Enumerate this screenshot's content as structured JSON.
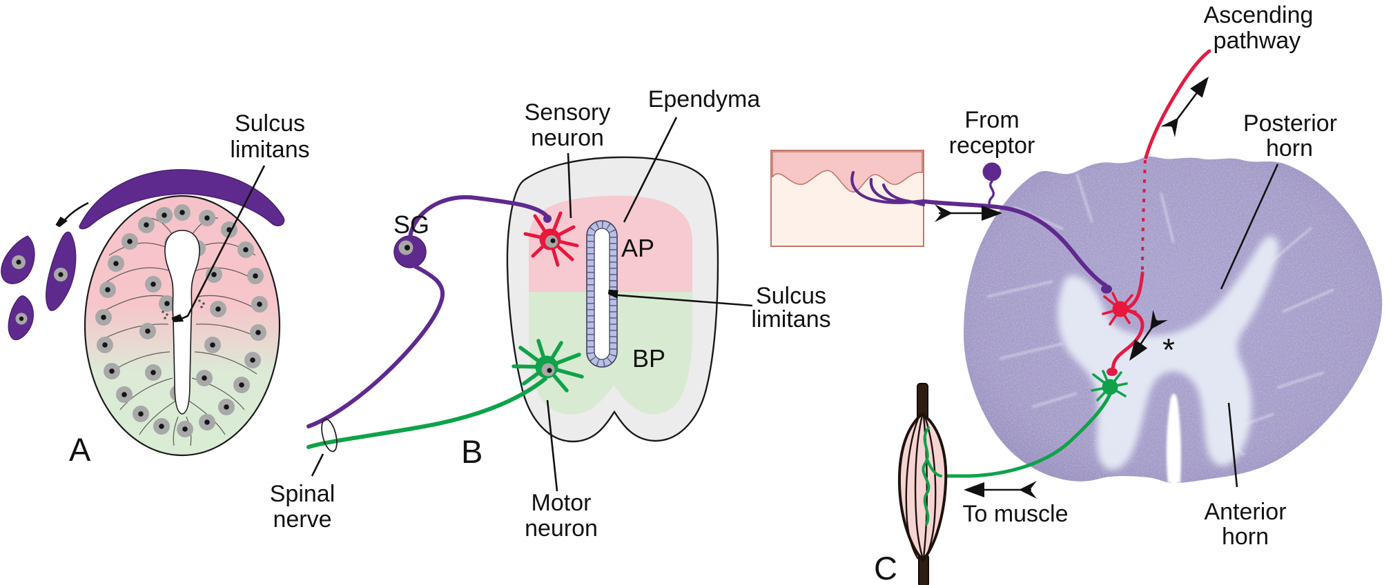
{
  "palette": {
    "purple": "#5f2a8e",
    "crimson": "#e8173d",
    "green": "#0fa24a",
    "alar_pink": "#f7c9d0",
    "basal_green": "#d9ead2",
    "marginal_gray": "#ececec",
    "ependyma_lavender": "#b8c0e4",
    "section_purple": "#a49cc8",
    "gray_matter_light": "#e6ebf6",
    "skin_epidermis_pink": "#f7c6c6",
    "skin_dermis": "#fdf1e9",
    "label_color": "#111111"
  },
  "panel_a": {
    "letter": "A",
    "sulcus_limitans": {
      "l1": "Sulcus",
      "l2": "limitans"
    }
  },
  "panel_b": {
    "letter": "B",
    "sg": "SG",
    "sensory_neuron": {
      "l1": "Sensory",
      "l2": "neuron"
    },
    "ependyma": "Ependyma",
    "alar_plate": "AP",
    "basal_plate": "BP",
    "sulcus_limitans": {
      "l1": "Sulcus",
      "l2": "limitans"
    },
    "motor_neuron": {
      "l1": "Motor",
      "l2": "neuron"
    },
    "spinal_nerve": {
      "l1": "Spinal",
      "l2": "nerve"
    }
  },
  "panel_c": {
    "letter": "C",
    "from_receptor": {
      "l1": "From",
      "l2": "receptor"
    },
    "ascending_pathway": {
      "l1": "Ascending",
      "l2": "pathway"
    },
    "posterior_horn": {
      "l1": "Posterior",
      "l2": "horn"
    },
    "anterior_horn": {
      "l1": "Anterior",
      "l2": "horn"
    },
    "to_muscle": "To muscle",
    "central_canal_marker": "*"
  }
}
